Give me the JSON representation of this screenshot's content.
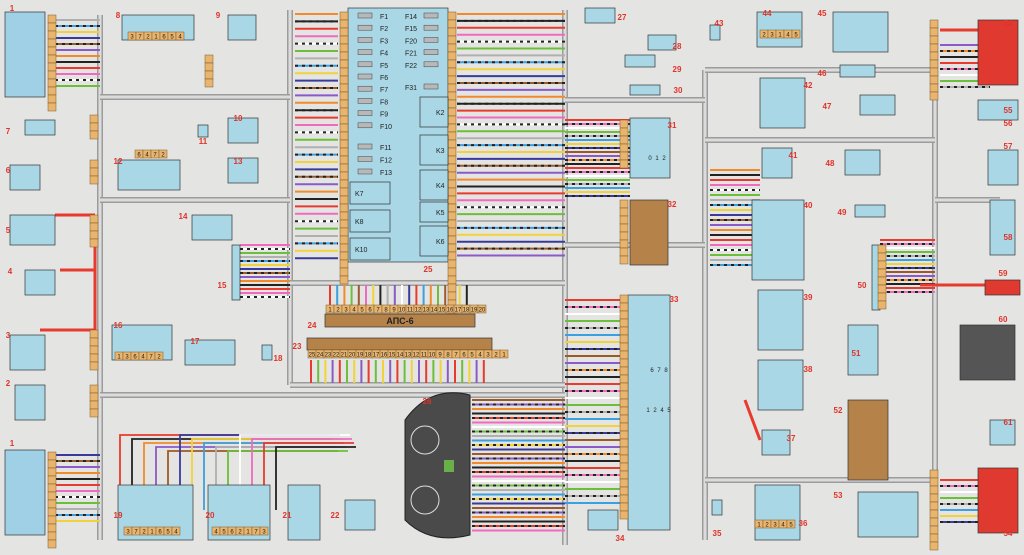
{
  "palette": {
    "background": "#e4e4e2",
    "component": "#a9d7e6",
    "connector": "#e8b46e",
    "harness": "#9c9c9c",
    "block": "#b5834a",
    "number": "#e0332a",
    "lamp_red": "#e03a30",
    "cluster": "#4a4a4a"
  },
  "wire_colors": [
    "#e83a2e",
    "#3aa0e0",
    "#f08a2a",
    "#6cbf3a",
    "#9b5a2a",
    "#f06ac0",
    "#f2d23a",
    "#222222",
    "#b0b0b0",
    "#8a5ac8",
    "#ffffff",
    "#3a3a9a"
  ],
  "component_numbers": [
    "1",
    "1",
    "2",
    "3",
    "4",
    "5",
    "6",
    "7",
    "8",
    "9",
    "10",
    "11",
    "12",
    "13",
    "14",
    "15",
    "16",
    "17",
    "18",
    "19",
    "20",
    "21",
    "22",
    "23",
    "24",
    "25",
    "26",
    "27",
    "28",
    "29",
    "30",
    "31",
    "32",
    "33",
    "34",
    "35",
    "36",
    "37",
    "38",
    "39",
    "40",
    "41",
    "42",
    "43",
    "44",
    "45",
    "46",
    "47",
    "48",
    "49",
    "50",
    "51",
    "52",
    "53",
    "54",
    "54",
    "55",
    "56",
    "57",
    "58",
    "59",
    "60",
    "61"
  ],
  "fuse_box": {
    "number": "25",
    "left_fuses": [
      "F1",
      "F2",
      "F3",
      "F4",
      "F5",
      "F6",
      "F7",
      "F8",
      "F9",
      "F10",
      "F11",
      "F12",
      "F13"
    ],
    "right_fuses": [
      "F14",
      "F15",
      "F20",
      "F21",
      "F22",
      "F31"
    ],
    "right_relays": [
      "K2",
      "K3",
      "K4",
      "K5",
      "K6"
    ],
    "left_relays": [
      "K7",
      "K8",
      "K10"
    ]
  },
  "block24": {
    "label": "АПС-6",
    "pins": [
      "1",
      "2",
      "3",
      "4",
      "5",
      "6",
      "7",
      "8",
      "9",
      "10",
      "11",
      "12",
      "13",
      "14",
      "15",
      "16",
      "17",
      "18",
      "19",
      "20"
    ]
  },
  "block23": {
    "pins": [
      "25",
      "24",
      "23",
      "22",
      "21",
      "20",
      "19",
      "18",
      "17",
      "16",
      "15",
      "14",
      "13",
      "12",
      "11",
      "10",
      "9",
      "8",
      "7",
      "6",
      "5",
      "4",
      "3",
      "2",
      "1"
    ]
  },
  "connector_pins": {
    "c8": [
      "3",
      "7",
      "2",
      "1",
      "6",
      "5",
      "4"
    ],
    "c12": [
      "6",
      "4",
      "7",
      "2"
    ],
    "c16": [
      "1",
      "3",
      "6",
      "4",
      "7",
      "2"
    ],
    "c19": [
      "3",
      "7",
      "2",
      "1",
      "6",
      "5",
      "4"
    ],
    "c20": [
      "4",
      "5",
      "6",
      "2",
      "1",
      "7",
      "3"
    ],
    "c44": [
      "2",
      "3",
      "1",
      "4",
      "5"
    ],
    "c31": [
      "0",
      "1",
      "2"
    ],
    "c33a": [
      "6",
      "7",
      "8"
    ],
    "c33b": [
      "1",
      "2",
      "4",
      "5"
    ],
    "c36": [
      "1",
      "2",
      "3",
      "4",
      "5"
    ]
  }
}
